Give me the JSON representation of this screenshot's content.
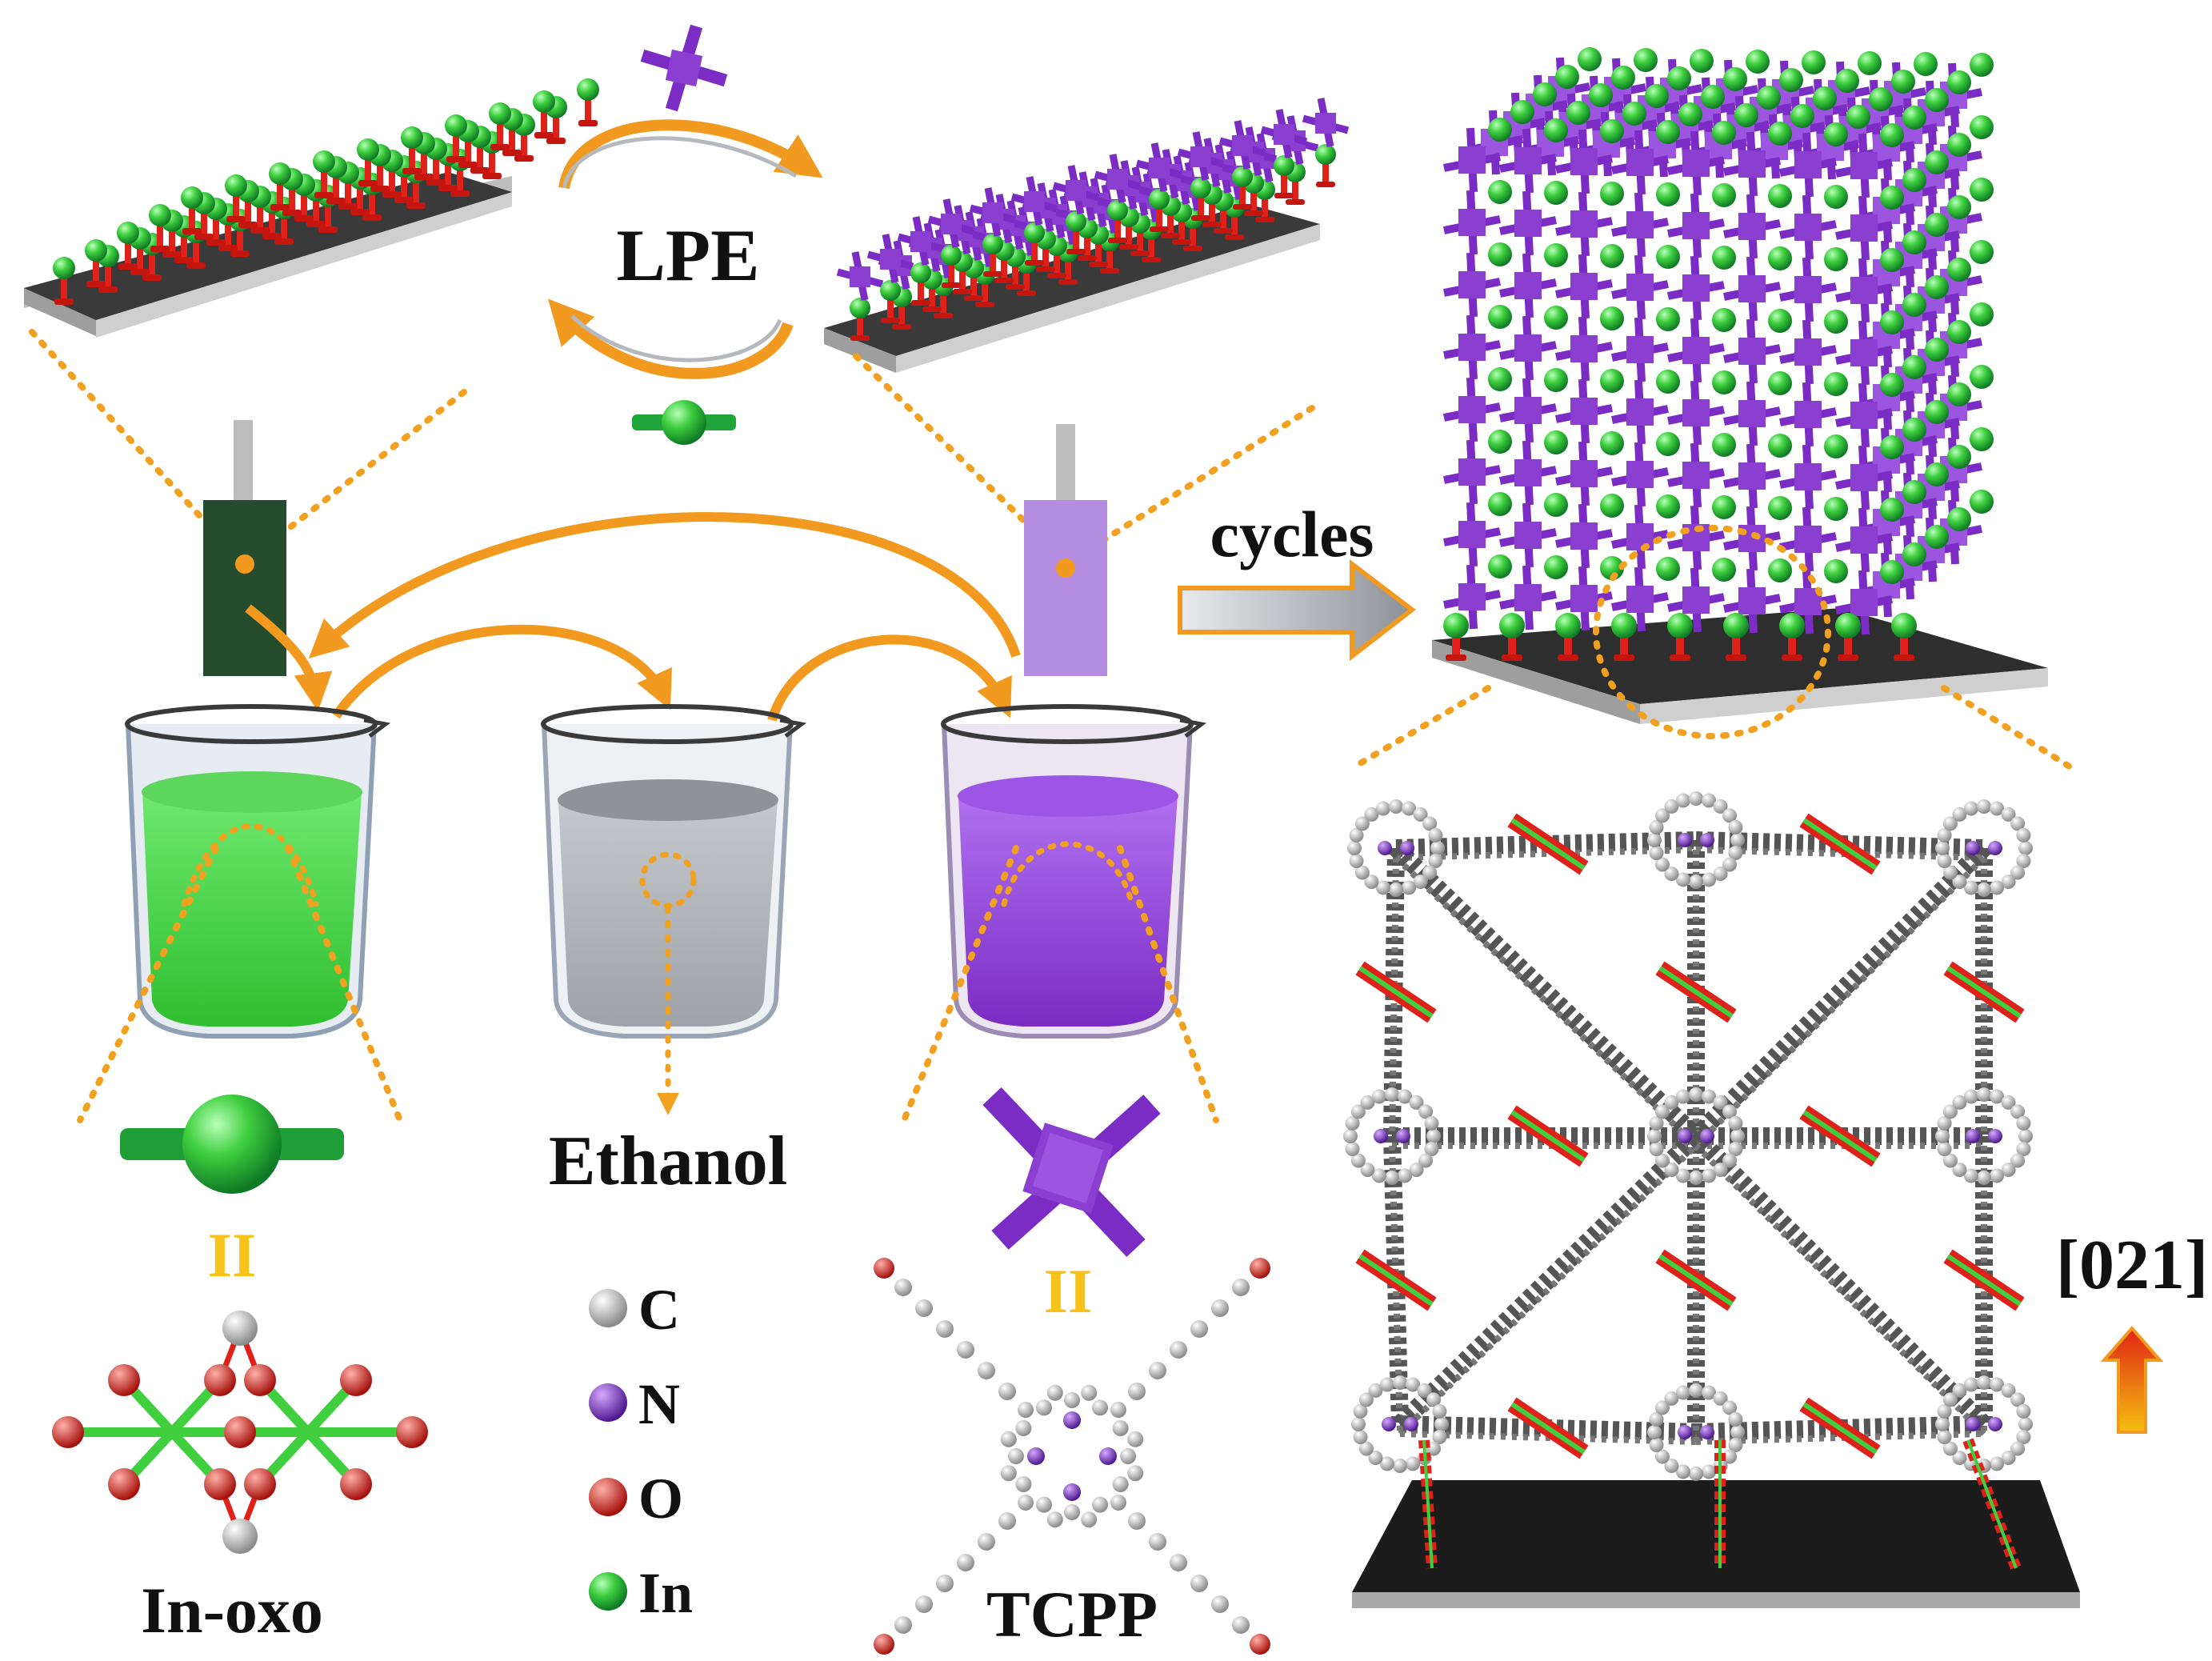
{
  "labels": {
    "lpe": "LPE",
    "cycles": "cycles",
    "ethanol": "Ethanol",
    "in_oxo": "In-oxo",
    "tcpp": "TCPP",
    "direction": "[021]",
    "equals_left": "II",
    "equals_right": "II"
  },
  "legend": [
    {
      "symbol": "C",
      "color": "#b8b8b8"
    },
    {
      "symbol": "N",
      "color": "#7a2cc4"
    },
    {
      "symbol": "O",
      "color": "#e0211a"
    },
    {
      "symbol": "In",
      "color": "#3fcf3f"
    }
  ],
  "colors": {
    "arrow_orange": "#f29a1f",
    "dotted_orange": "#f2a020",
    "metal_green": "#1fa63a",
    "linker_purple": "#8a3fd0",
    "anchor_red": "#e0211a",
    "substrate_dark": "#333333",
    "grey_arrow": "#a9adb3",
    "equals_yellow": "#f7c21a"
  }
}
